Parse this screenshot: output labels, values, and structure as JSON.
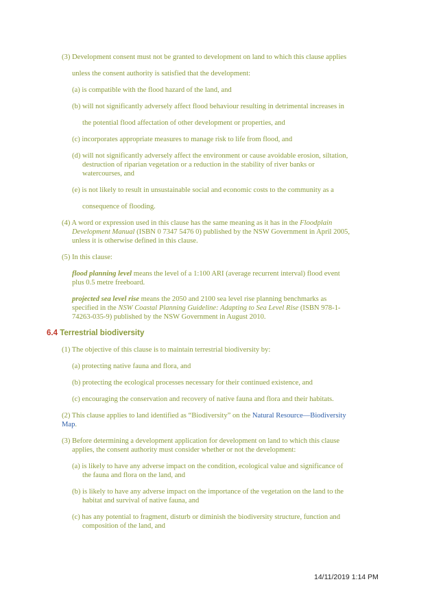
{
  "section_63": {
    "p3": {
      "line1": "(3) Development consent must not be granted to development on land to which this clause applies",
      "line2": "unless the consent authority is satisfied that the development:",
      "a": "(a) is compatible with the flood hazard of the land, and",
      "b_line1": "(b) will not significantly adversely affect flood behaviour resulting in detrimental increases in",
      "b_line2": "the potential flood affectation of other development or properties, and",
      "c": "(c) incorporates appropriate measures to manage risk to life from flood, and",
      "d_line1": "(d) will not significantly adversely affect the environment or cause avoidable erosion, siltation,",
      "d_line2": "destruction of riparian vegetation or a reduction in the stability of river banks or",
      "d_line3": "watercourses, and",
      "e_line1": "(e) is not likely to result in unsustainable social and economic costs to the community as a",
      "e_line2": "consequence of flooding."
    },
    "p4": {
      "line1_pre": "(4) A word or expression used in this clause has the same meaning as it has in the ",
      "line1_em": "Floodplain",
      "line2_em": "Development Manual",
      "line2_post": " (ISBN 0 7347 5476 0) published by the NSW Government in April 2005,",
      "line3": "unless it is otherwise defined in this clause."
    },
    "p5": {
      "intro": "(5) In this clause:",
      "fpl_term": "flood planning level",
      "fpl_line1": " means the level of a 1:100 ARI (average recurrent interval) flood event",
      "fpl_line2": "plus 0.5 metre freeboard.",
      "slr_term": "projected sea level rise",
      "slr_line1": " means the 2050 and 2100 sea level rise planning benchmarks as",
      "slr_line2_pre": "specified in the ",
      "slr_line2_em": "NSW Coastal Planning Guideline: Adapting to Sea Level Rise",
      "slr_line2_post": " (ISBN 978-1-",
      "slr_line3": "74263-035-9) published by the NSW Government in August 2010."
    }
  },
  "section_64": {
    "number": "6.4",
    "title": "Terrestrial biodiversity",
    "p1": {
      "intro": "(1) The objective of this clause is to maintain terrestrial biodiversity by:",
      "a": "(a) protecting native fauna and flora, and",
      "b": "(b) protecting the ecological processes necessary for their continued existence, and",
      "c": "(c) encouraging the conservation and recovery of native fauna and flora and their habitats."
    },
    "p2": {
      "pre": "(2) This clause applies to land identified as “Biodiversity” on the ",
      "link_part1": "Natural Resource—Biodiversity",
      "link_part2": "Map",
      "post": "."
    },
    "p3": {
      "line1": "(3) Before determining a development application for development on land to which this clause",
      "line2": "applies, the consent authority must consider whether or not the development:",
      "a_line1": "(a) is likely to have any adverse impact on the condition, ecological value and significance of",
      "a_line2": "the fauna and flora on the land, and",
      "b_line1": "(b) is likely to have any adverse impact on the importance of the vegetation on the land to the",
      "b_line2": "habitat and survival of native fauna, and",
      "c_line1": "(c) has any potential to fragment, disturb or diminish the biodiversity structure, function and",
      "c_line2": "composition of the land, and"
    }
  },
  "footer": {
    "timestamp": "14/11/2019 1:14 PM"
  }
}
